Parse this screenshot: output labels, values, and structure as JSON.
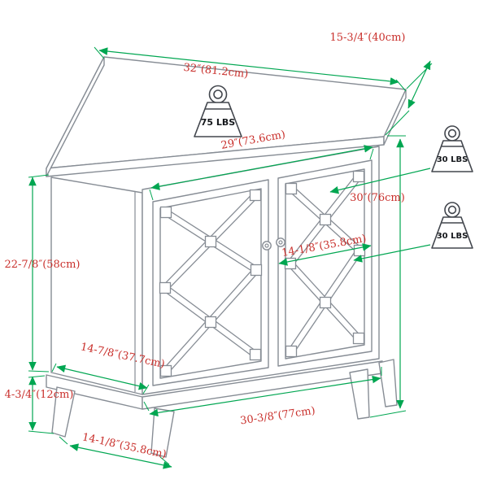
{
  "dimensions": {
    "top_width": "32″(81.2cm)",
    "top_depth": "15-3/4″(40cm)",
    "front_width": "29″(73.6cm)",
    "overall_height": "30″(76cm)",
    "body_height": "22-7/8″(58cm)",
    "leg_height": "4-3/4″(12cm)",
    "side_depth": "14-7/8″(37.7cm)",
    "bottom_width": "30-3/8″(77cm)",
    "leg_span": "14-1/8″(35.8cm)",
    "door_width": "14-1/8″(35.8cm)"
  },
  "weights": {
    "top": "75 LBS",
    "upper": "30 LBS",
    "lower": "30 LBS"
  },
  "icons": {
    "weight_badge": "scale-weight-with-ring-handle",
    "leader": "green-arrow"
  },
  "colors": {
    "dimension_line": "#00a651",
    "dimension_text": "#c9302c",
    "cabinet_line": "#878d95",
    "weight_outline": "#42464d"
  }
}
